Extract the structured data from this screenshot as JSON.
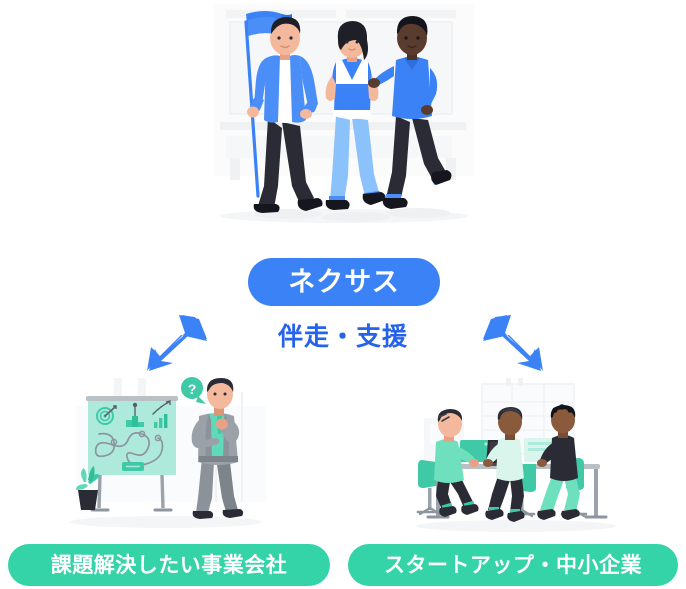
{
  "center": {
    "badge_label": "ネクサス",
    "tagline": "伴走・支援",
    "badge_color": "#3b82f6",
    "tagline_color": "#2563eb"
  },
  "arrows": {
    "left": {
      "name": "arrow-down-left",
      "color": "#3b82f6",
      "direction": "down-left"
    },
    "right": {
      "name": "arrow-down-right",
      "color": "#3b82f6",
      "direction": "down-right"
    }
  },
  "branches": {
    "company": {
      "pill_label": "課題解決したい事業会社",
      "pill_color": "#34d3a8",
      "illustration": "person-thinking-at-whiteboard"
    },
    "startup": {
      "pill_label": "スタートアップ・中小企業",
      "pill_color": "#34d3a8",
      "illustration": "team-working-at-desk"
    }
  },
  "hero": {
    "illustration": "three-people-with-flag",
    "flag_color": "#3b82f6"
  }
}
